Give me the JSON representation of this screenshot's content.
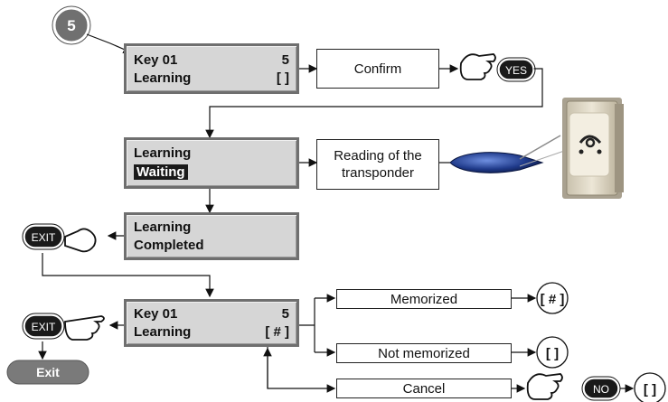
{
  "step_badge": "5",
  "lcd_key_confirm": {
    "line1": "Key 01",
    "line1_right": "5",
    "line2": "Learning",
    "line2_right": "[ ]"
  },
  "confirm_box": "Confirm",
  "yes_button": "YES",
  "lcd_waiting": {
    "line1": "Learning",
    "line2": "Waiting"
  },
  "reading_box": "Reading of the\ntransponder",
  "lcd_completed": {
    "line1": "Learning",
    "line2": "Completed"
  },
  "exit_button_top": "EXIT",
  "lcd_key_result": {
    "line1": "Key 01",
    "line1_right": "5",
    "line2": "Learning",
    "line2_right": "[ # ]"
  },
  "exit_button_bottom": "EXIT",
  "exit_pill": "Exit",
  "memorized_box": "Memorized",
  "memorized_result": "[ # ]",
  "not_memorized_box": "Not memorized",
  "not_memorized_result": "[  ]",
  "cancel_box": "Cancel",
  "no_button": "NO",
  "cancel_result": "[  ]",
  "colors": {
    "lcd_bg": "#d6d6d6",
    "badge": "#707070",
    "key_dark": "#1a1a1a",
    "fob": "#1f3a8a"
  }
}
